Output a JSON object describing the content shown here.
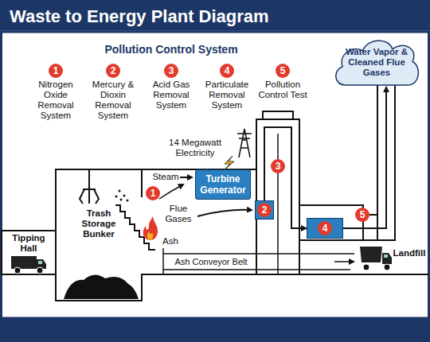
{
  "diagram": {
    "title": "Waste to Energy Plant Diagram",
    "nodes": [
      {
        "text": [
          "Turbine Generator"
        ]
      },
      {
        "text": [
          "Water Vapor & Cleaned Flue Gases"
        ]
      },
      {
        "text": [
          "2"
        ]
      },
      {
        "text": [
          "4"
        ]
      }
    ],
    "edges": [
      {
        "from": 2,
        "to": 3,
        "arrow": "to"
      },
      {
        "from": 3,
        "to": 1,
        "arrow": "to"
      }
    ],
    "labels": [
      "Pollution Control System",
      "1",
      "Nitrogen Oxide Removal System",
      "2",
      "Mercury & Dioxin Removal System",
      "3",
      "Acid Gas Removal System",
      "4",
      "Particulate Removal System",
      "5",
      "Pollution Control Test",
      "14 Megawatt Electricity",
      "Steam",
      "1",
      "Flue Gases",
      "Ash",
      "Ash Conveyor Belt",
      "Tipping Hall",
      "Trash Storage Bunker",
      "3",
      "5",
      "Landfill"
    ]
  }
}
